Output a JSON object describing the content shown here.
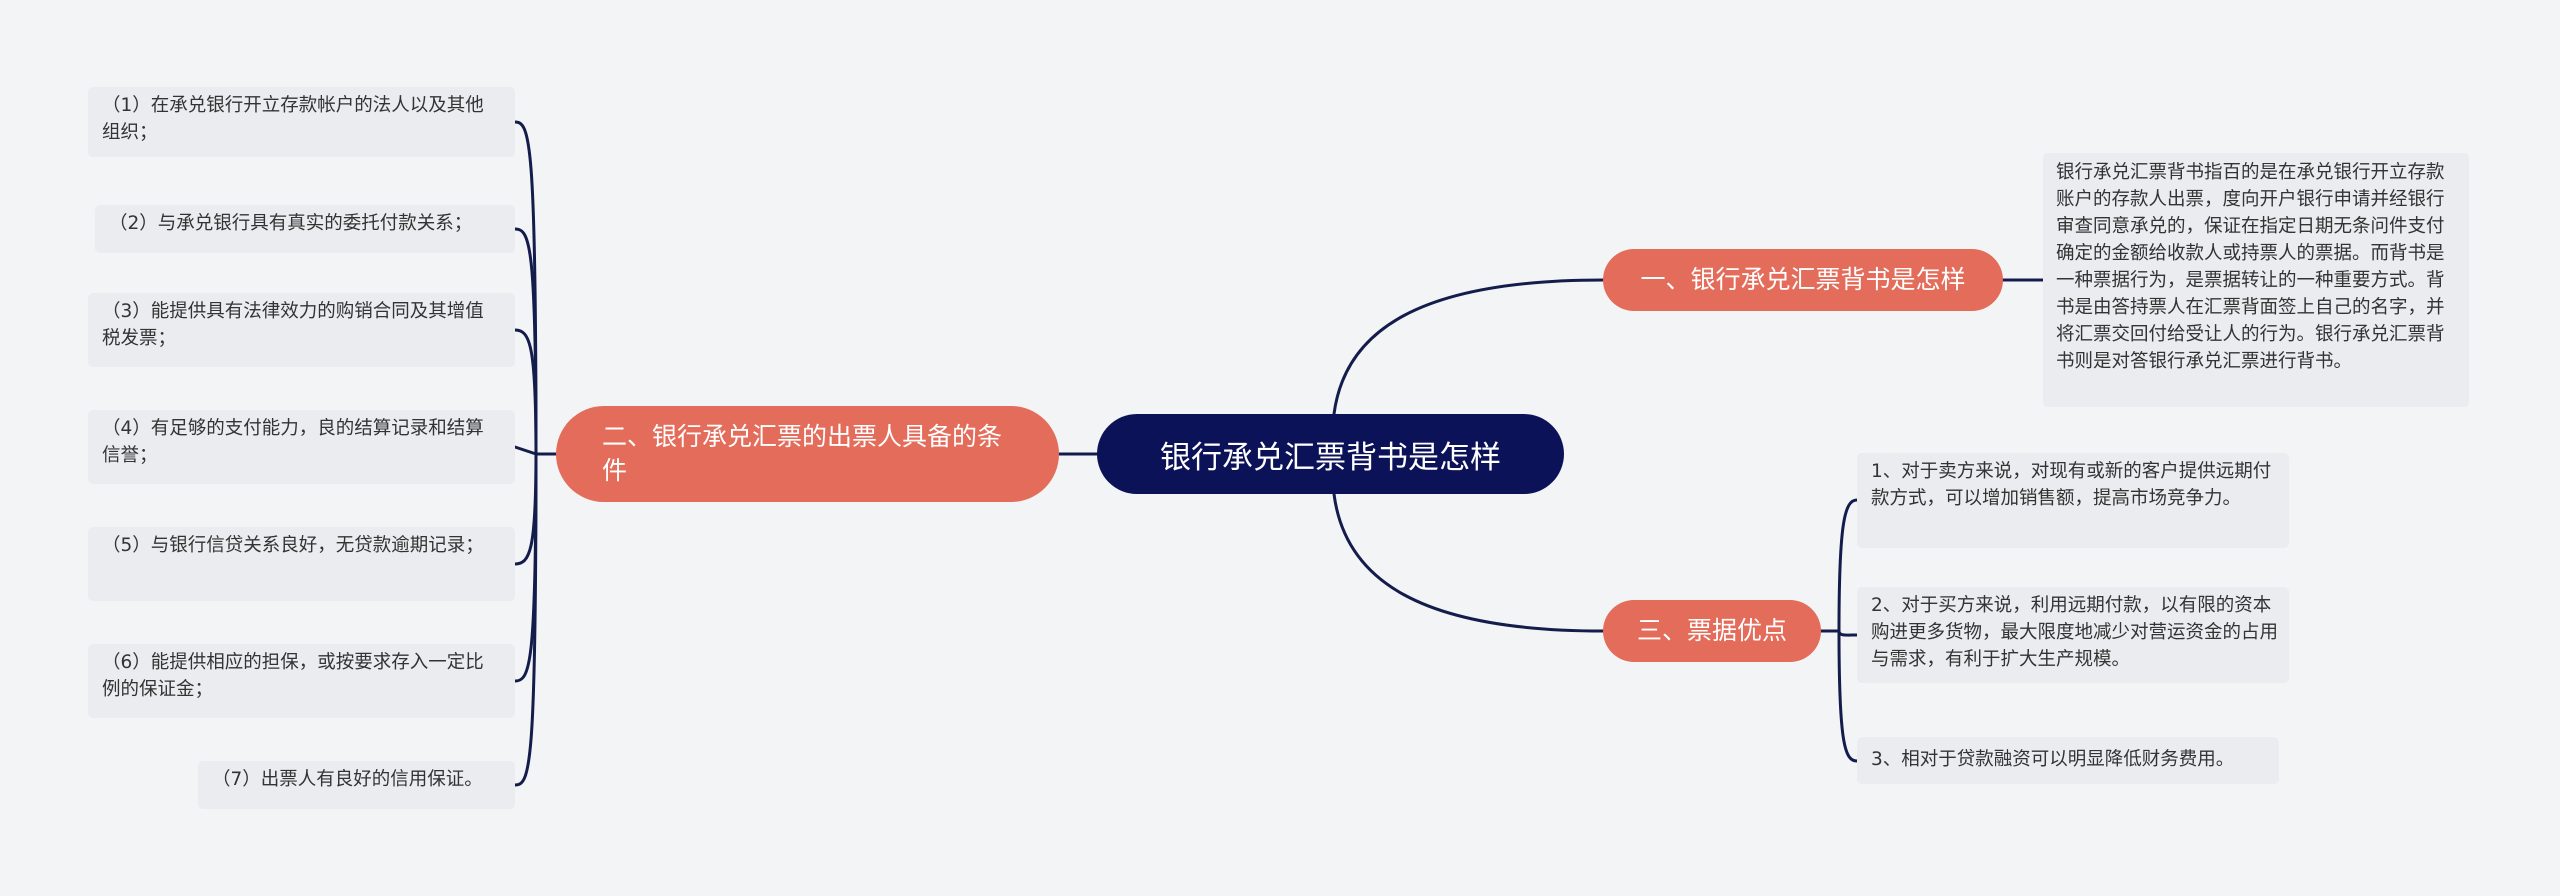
{
  "root": {
    "label": "银行承兑汇票背书是怎样"
  },
  "branches": [
    {
      "label": "二、银行承兑汇票的出票人具备的条件"
    },
    {
      "label": "一、银行承兑汇票背书是怎样"
    },
    {
      "label": "三、票据优点"
    }
  ],
  "left_leaves": [
    "（1）在承兑银行开立存款帐户的法人以及其他组织；",
    "（2）与承兑银行具有真实的委托付款关系；",
    "（3）能提供具有法律效力的购销合同及其增值税发票；",
    "（4）有足够的支付能力，良的结算记录和结算信誉；",
    "（5）与银行信贷关系良好，无贷款逾期记录；",
    "（6）能提供相应的担保，或按要求存入一定比例的保证金；",
    "（7）出票人有良好的信用保证。"
  ],
  "right_top_leaf": "银行承兑汇票背书指百的是在承兑银行开立存款账户的存款人出票，度向开户银行申请并经银行审查同意承兑的，保证在指定日期无条问件支付确定的金额给收款人或持票人的票据。而背书是一种票据行为，是票据转让的一种重要方式。背书是由答持票人在汇票背面签上自己的名字，并将汇票交回付给受让人的行为。银行承兑汇票背书则是对答银行承兑汇票进行背书。",
  "right_bottom_leaves": [
    "1、对于卖方来说，对现有或新的客户提供远期付款方式，可以增加销售额，提高市场竞争力。",
    "2、对于买方来说，利用远期付款，以有限的资本购进更多货物，最大限度地减少对营运资金的占用与需求，有利于扩大生产规模。",
    "3、相对于贷款融资可以明显降低财务费用。"
  ],
  "colors": {
    "background": "#f3f4f6",
    "root_fill": "#0c1258",
    "branch_fill": "#e46c5a",
    "leaf_fill": "#ebecef",
    "connector": "#141c4c"
  }
}
